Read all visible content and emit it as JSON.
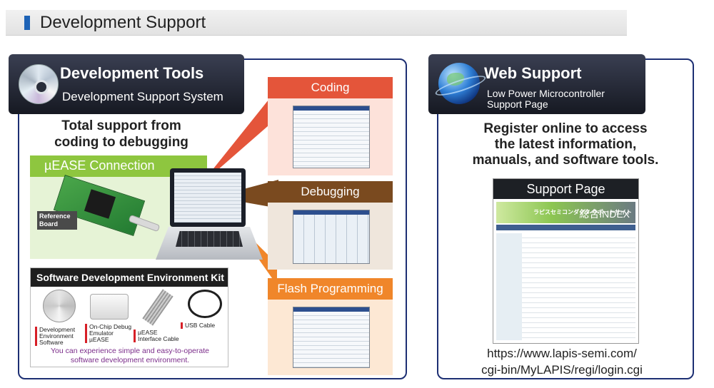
{
  "header": {
    "title": "Development Support"
  },
  "left_panel": {
    "tab_title": "Development Tools",
    "tab_subtitle": "Development Support System",
    "headline_1": "Total support from",
    "headline_2": "coding to debugging",
    "connection_label": "µEASE Connection",
    "reference_board_label": "Reference Board",
    "stages": [
      {
        "label": "Coding",
        "color": "#e4553a"
      },
      {
        "label": "Debugging",
        "color": "#7a4a1f"
      },
      {
        "label": "Flash Programming",
        "color": "#f0862a"
      }
    ],
    "kit": {
      "title": "Software Development Environment Kit",
      "items": [
        {
          "label": "Development Environment Software",
          "icon": "cd-icon"
        },
        {
          "label": "On-Chip Debug Emulator µEASE",
          "icon": "emulator-icon"
        },
        {
          "label": "µEASE Interface Cable",
          "icon": "ribbon-cable-icon"
        },
        {
          "label": "USB Cable",
          "icon": "usb-cable-icon"
        }
      ],
      "note_1": "You can experience simple and easy-to-operate",
      "note_2": "software development environment."
    }
  },
  "right_panel": {
    "tab_title": "Web Support",
    "tab_subtitle_1": "Low Power Microcontroller",
    "tab_subtitle_2": "Support Page",
    "register_1": "Register online to access",
    "register_2": "the latest information,",
    "register_3": "manuals, and software tools.",
    "support_page_title": "Support Page",
    "support_banner_text": "ラピスセミコンダクタ サポートサイト",
    "support_index_text": "総合INDEX",
    "url_1": "https://www.lapis-semi.com/",
    "url_2": "cgi-bin/MyLAPIS/regi/login.cgi"
  },
  "colors": {
    "accent_navy": "#1d2f73",
    "header_mark": "#1e63b6",
    "connection_green": "#8ec63f",
    "kit_note_purple": "#7b2d8a"
  }
}
